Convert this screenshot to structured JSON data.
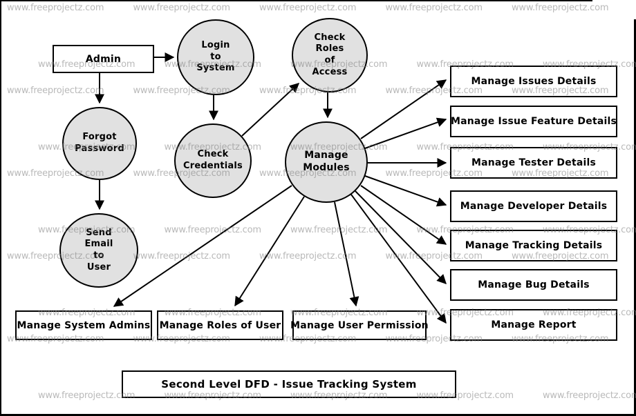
{
  "diagram": {
    "kind": "data-flow-diagram",
    "title": "Second Level DFD - Issue Tracking System",
    "watermark": {
      "text": "www.freeprojectz.com",
      "color_hex": "#a0a0a0"
    },
    "colors": {
      "process_fill": "#e1e1e1",
      "stroke": "#000000",
      "background": "#ffffff"
    },
    "external_entity": {
      "label": "Admin"
    },
    "processes": {
      "login": {
        "lines": [
          "Login",
          "to",
          "System"
        ]
      },
      "check_roles": {
        "lines": [
          "Check",
          "Roles",
          "of",
          "Access"
        ]
      },
      "forgot_password": {
        "lines": [
          "Forgot",
          "Password"
        ]
      },
      "check_credentials": {
        "lines": [
          "Check",
          "Credentials"
        ]
      },
      "manage_modules": {
        "lines": [
          "Manage",
          "Modules"
        ]
      },
      "send_email": {
        "lines": [
          "Send",
          "Email",
          "to",
          "User"
        ]
      }
    },
    "right_boxes": [
      {
        "label": "Manage Issues Details"
      },
      {
        "label": "Manage Issue Feature Details"
      },
      {
        "label": "Manage Tester Details"
      },
      {
        "label": "Manage Developer Details"
      },
      {
        "label": "Manage Tracking Details"
      },
      {
        "label": "Manage Bug Details"
      },
      {
        "label": "Manage Report"
      }
    ],
    "bottom_boxes": [
      {
        "label": "Manage System Admins"
      },
      {
        "label": "Manage Roles of User"
      },
      {
        "label": "Manage User Permission"
      }
    ],
    "edges": [
      {
        "from": "admin",
        "to": "login"
      },
      {
        "from": "admin",
        "to": "forgot_password"
      },
      {
        "from": "forgot_password",
        "to": "send_email"
      },
      {
        "from": "login",
        "to": "check_credentials"
      },
      {
        "from": "check_credentials",
        "to": "check_roles"
      },
      {
        "from": "check_roles",
        "to": "manage_modules"
      },
      {
        "from": "manage_modules",
        "to": "manage_issues_details"
      },
      {
        "from": "manage_modules",
        "to": "manage_issue_feature_details"
      },
      {
        "from": "manage_modules",
        "to": "manage_tester_details"
      },
      {
        "from": "manage_modules",
        "to": "manage_developer_details"
      },
      {
        "from": "manage_modules",
        "to": "manage_tracking_details"
      },
      {
        "from": "manage_modules",
        "to": "manage_bug_details"
      },
      {
        "from": "manage_modules",
        "to": "manage_report"
      },
      {
        "from": "manage_modules",
        "to": "manage_system_admins"
      },
      {
        "from": "manage_modules",
        "to": "manage_roles_of_user"
      },
      {
        "from": "manage_modules",
        "to": "manage_user_permission"
      }
    ]
  }
}
